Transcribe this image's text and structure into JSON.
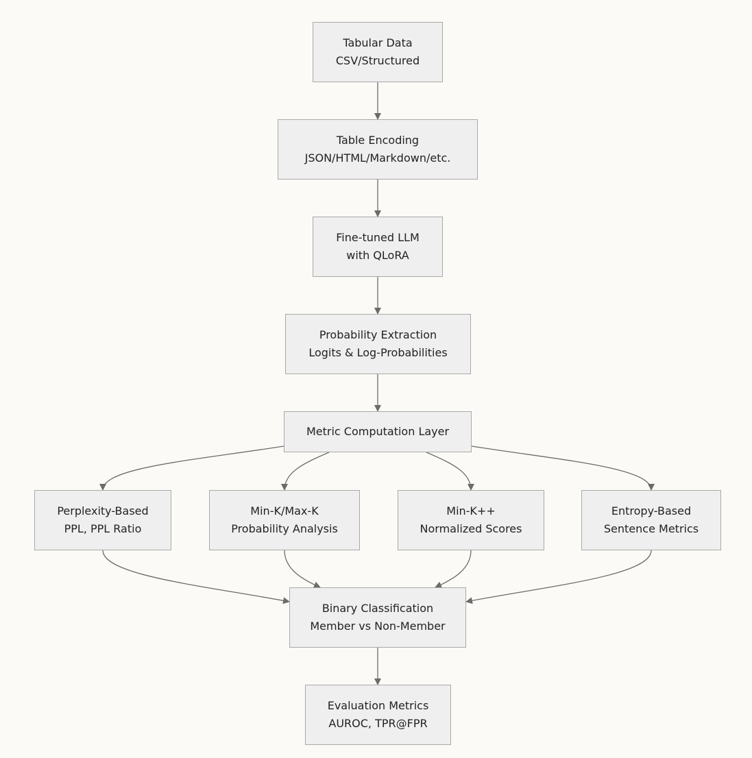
{
  "nodes": {
    "tabular": {
      "line1": "Tabular Data",
      "line2": "CSV/Structured"
    },
    "encoding": {
      "line1": "Table Encoding",
      "line2": "JSON/HTML/Markdown/etc."
    },
    "llm": {
      "line1": "Fine-tuned LLM",
      "line2": "with QLoRA"
    },
    "probability": {
      "line1": "Probability Extraction",
      "line2": "Logits & Log-Probabilities"
    },
    "metric_layer": {
      "line1": "Metric Computation Layer"
    },
    "perplexity": {
      "line1": "Perplexity-Based",
      "line2": "PPL, PPL Ratio"
    },
    "mink": {
      "line1": "Min-K/Max-K",
      "line2": "Probability Analysis"
    },
    "minkpp": {
      "line1": "Min-K++",
      "line2": "Normalized Scores"
    },
    "entropy": {
      "line1": "Entropy-Based",
      "line2": "Sentence Metrics"
    },
    "binary": {
      "line1": "Binary Classification",
      "line2": "Member vs Non-Member"
    },
    "evaluation": {
      "line1": "Evaluation Metrics",
      "line2": "AUROC, TPR@FPR"
    }
  },
  "edges": [
    [
      "tabular",
      "encoding"
    ],
    [
      "encoding",
      "llm"
    ],
    [
      "llm",
      "probability"
    ],
    [
      "probability",
      "metric_layer"
    ],
    [
      "metric_layer",
      "perplexity"
    ],
    [
      "metric_layer",
      "mink"
    ],
    [
      "metric_layer",
      "minkpp"
    ],
    [
      "metric_layer",
      "entropy"
    ],
    [
      "perplexity",
      "binary"
    ],
    [
      "mink",
      "binary"
    ],
    [
      "minkpp",
      "binary"
    ],
    [
      "entropy",
      "binary"
    ],
    [
      "binary",
      "evaluation"
    ]
  ],
  "colors": {
    "node_fill": "#efefef",
    "node_border": "#a9a9a9",
    "edge": "#6b6b6b",
    "background": "#fbfaf6"
  }
}
